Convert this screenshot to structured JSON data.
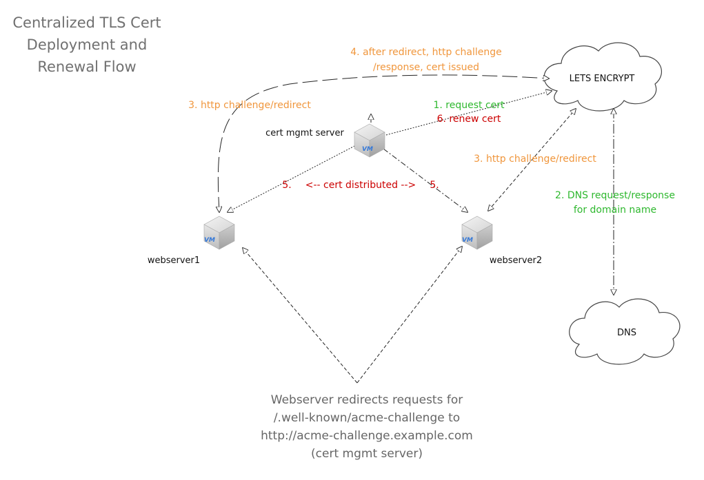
{
  "title": [
    "Centralized TLS Cert",
    "Deployment and",
    "Renewal Flow"
  ],
  "colors": {
    "orange": "#f0963c",
    "green": "#2eb82e",
    "red": "#cc0000",
    "title": "#707070",
    "note": "#666666"
  },
  "nodes": {
    "lets_encrypt": "LETS ENCRYPT",
    "dns": "DNS",
    "cert_mgmt": "cert mgmt server",
    "webserver1": "webserver1",
    "webserver2": "webserver2",
    "vm_badge": "VM"
  },
  "labels": {
    "step4_line1": "4. after redirect, http challenge",
    "step4_line2": "/response, cert issued",
    "step3_left": "3. http challenge/redirect",
    "step1": "1. request cert",
    "step6": "6. renew cert",
    "step3_right": "3. http challenge/redirect",
    "step2_line1": "2. DNS request/response",
    "step2_line2": "for domain name",
    "step5_left": "5.",
    "distributed": "<--  cert distributed -->",
    "step5_right": "5."
  },
  "note": [
    "Webserver redirects requests for",
    "/.well-known/acme-challenge to",
    "http://acme-challenge.example.com",
    "(cert mgmt server)"
  ]
}
